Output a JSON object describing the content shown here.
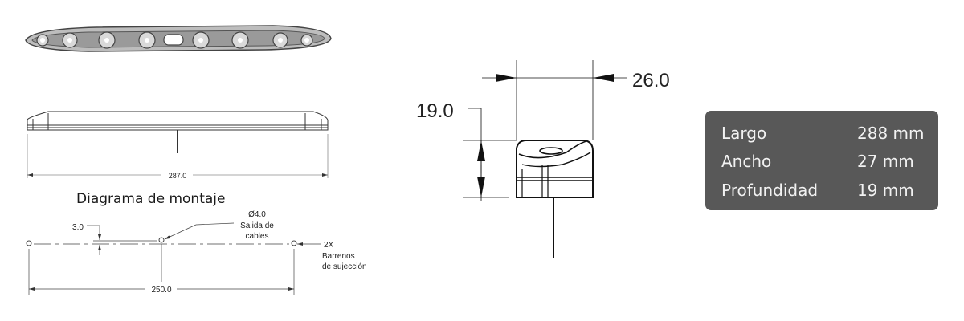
{
  "top_view": {
    "led_count": 8,
    "connector_label": ""
  },
  "front_view": {
    "overall_length_dim": "287.0"
  },
  "mounting": {
    "title": "Diagrama de montaje",
    "offset_dim": "3.0",
    "hole_dim": "Ø4.0",
    "hole_note_line1": "Salida de",
    "hole_note_line2": "cables",
    "fixing_qty": "2X",
    "fixing_note_line1": "Barrenos",
    "fixing_note_line2": "de sujección",
    "spacing_dim": "250.0"
  },
  "side_view": {
    "width_dim": "26.0",
    "height_dim": "19.0"
  },
  "specs": {
    "rows": [
      {
        "label": "Largo",
        "value": "288 mm"
      },
      {
        "label": "Ancho",
        "value": "27 mm"
      },
      {
        "label": "Profundidad",
        "value": "19 mm"
      }
    ]
  }
}
